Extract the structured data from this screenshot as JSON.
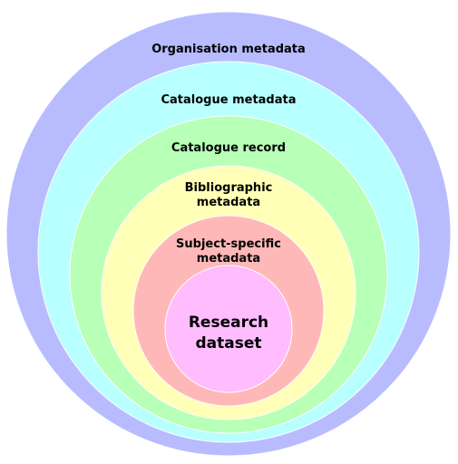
{
  "layers": [
    {
      "id": "organisation",
      "label": "Organisation metadata",
      "color": "#b8bcff"
    },
    {
      "id": "catalogue",
      "label": "Catalogue metadata",
      "color": "#b8ffff"
    },
    {
      "id": "catalogue-record",
      "label": "Catalogue record",
      "color": "#b8ffb8"
    },
    {
      "id": "bibliographic",
      "label_lines": [
        "Bibliographic",
        "metadata"
      ],
      "color": "#ffffb8"
    },
    {
      "id": "subject-specific",
      "label_lines": [
        "Subject-specific",
        "metadata"
      ],
      "color": "#ffb8b8"
    },
    {
      "id": "research-dataset",
      "label_lines": [
        "Research",
        "dataset"
      ],
      "color": "#ffbcff"
    }
  ]
}
